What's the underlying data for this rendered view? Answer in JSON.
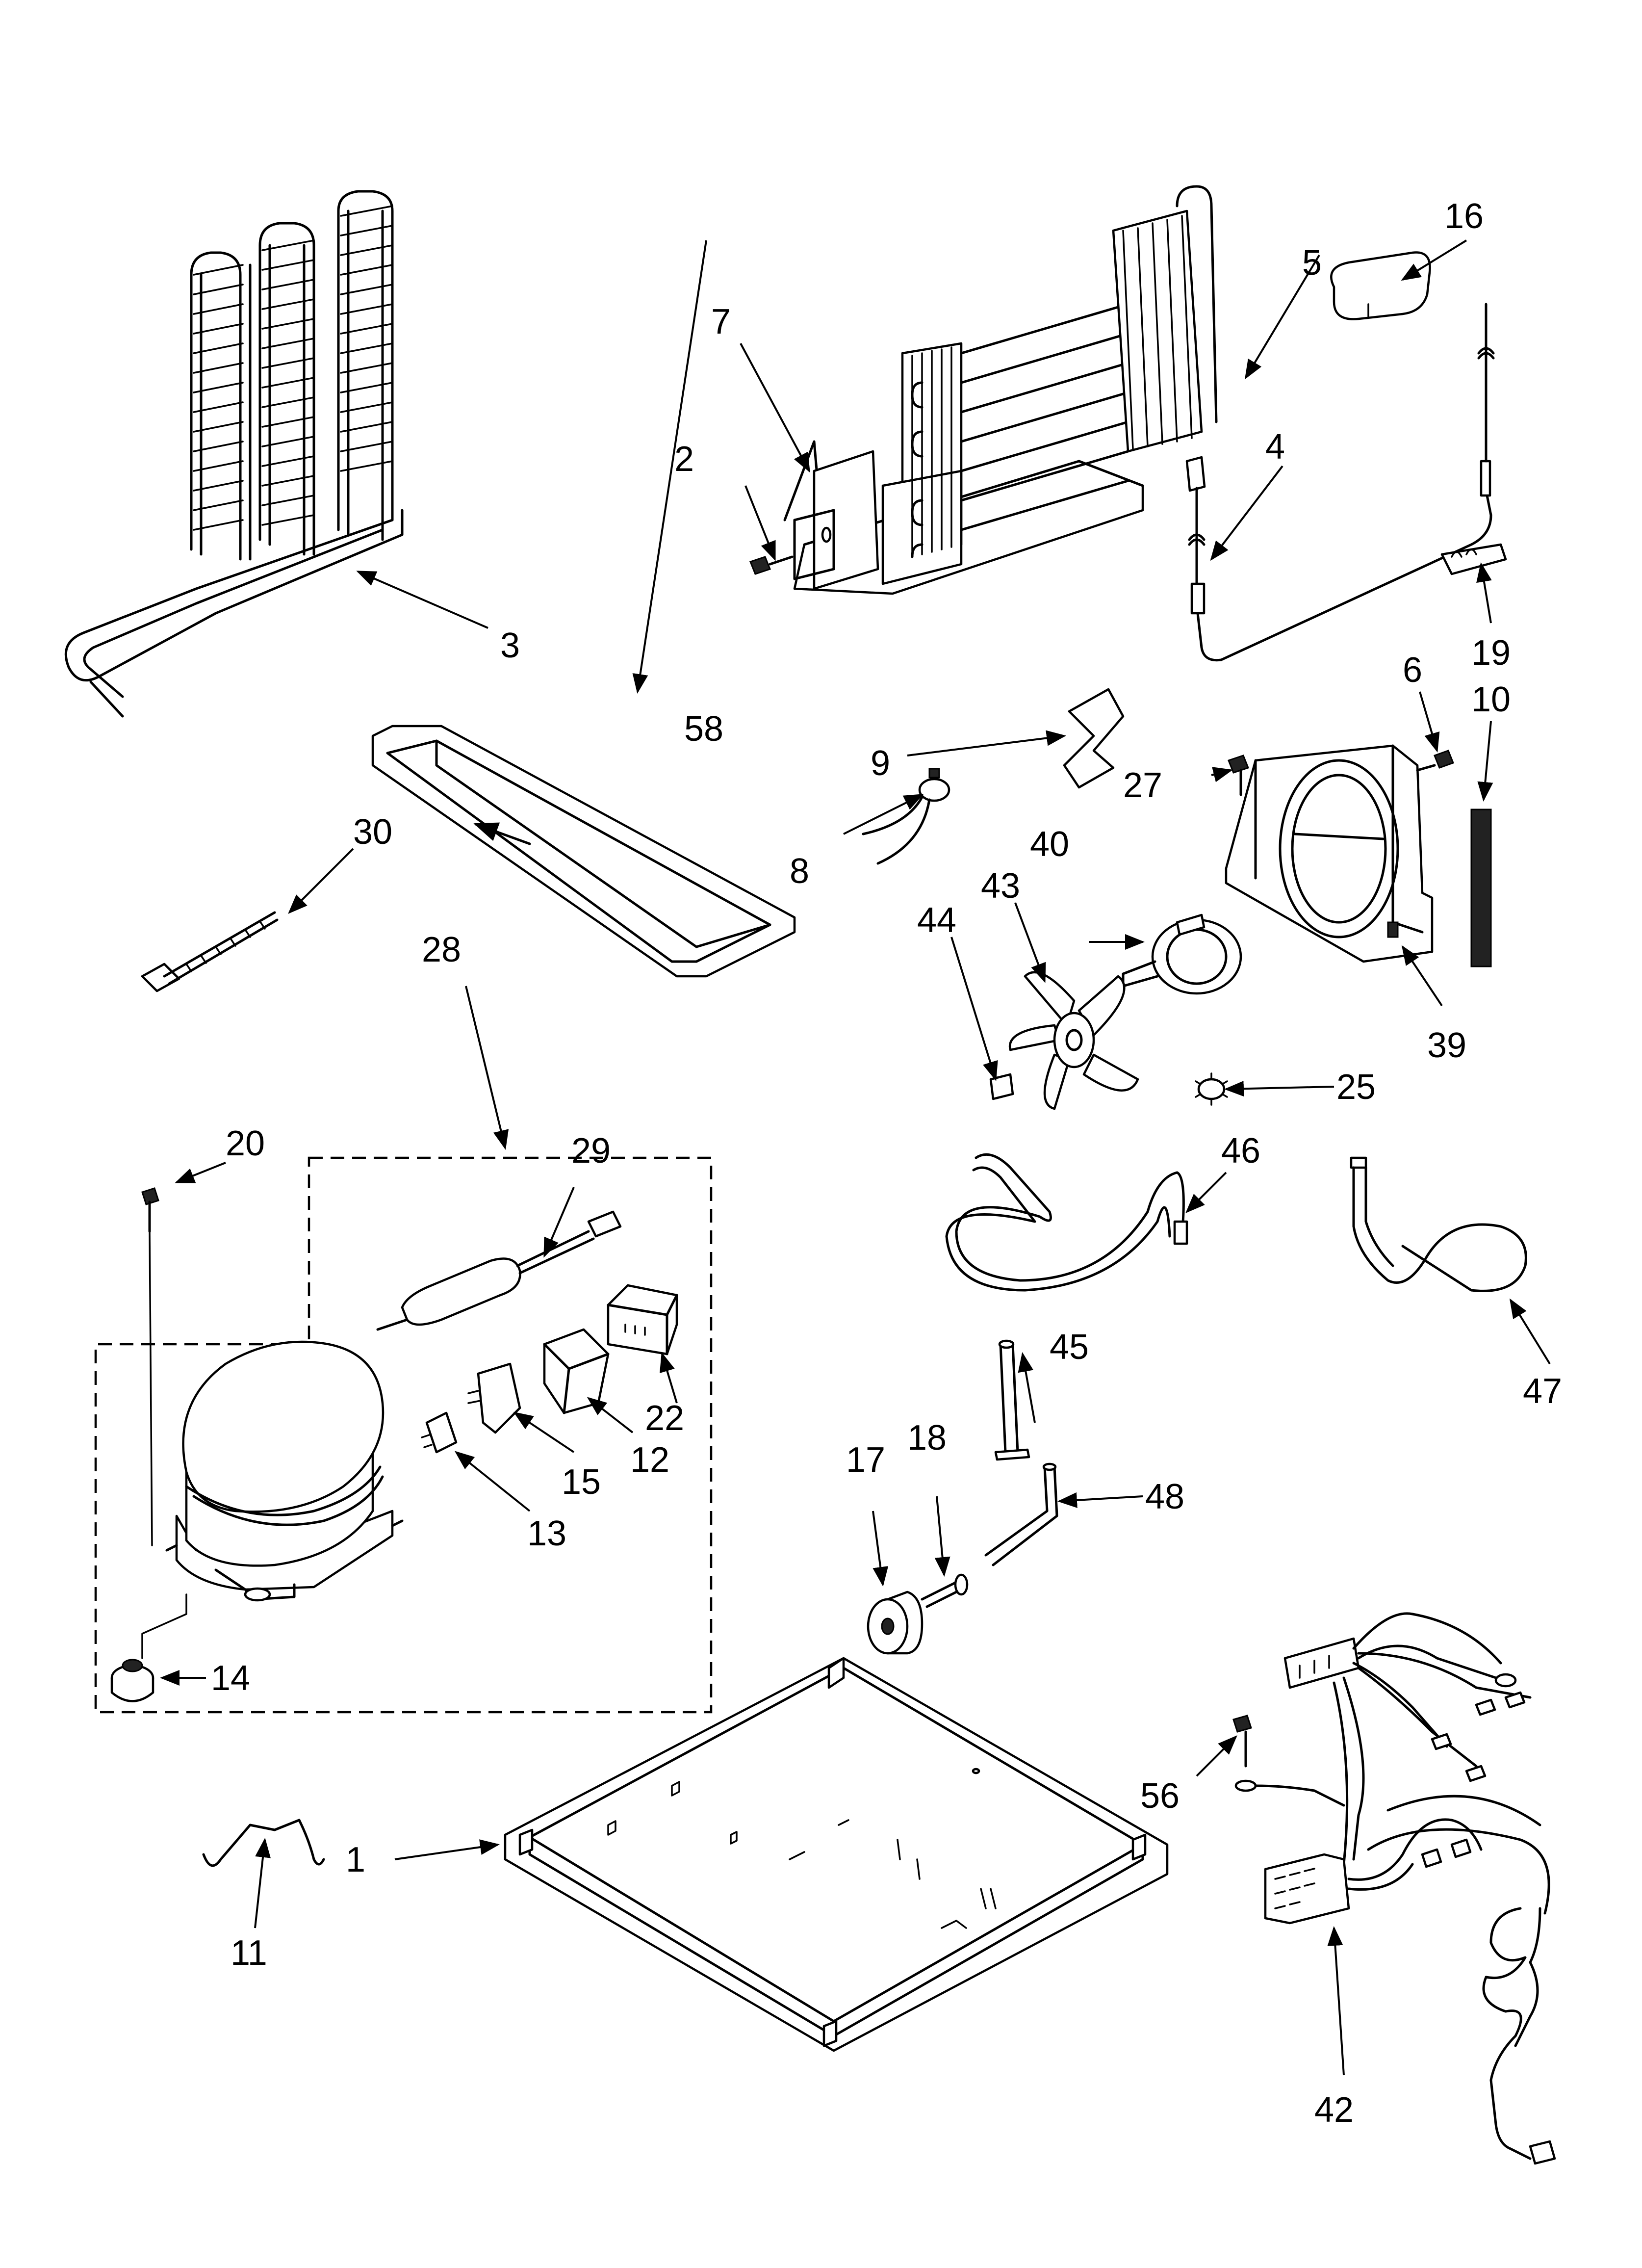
{
  "diagram": {
    "labels": {
      "p1": "1",
      "p2": "2",
      "p3": "3",
      "p4": "4",
      "p5": "5",
      "p6": "6",
      "p7": "7",
      "p8": "8",
      "p9": "9",
      "p10": "10",
      "p11": "11",
      "p12": "12",
      "p13": "13",
      "p14": "14",
      "p15": "15",
      "p16": "16",
      "p17": "17",
      "p18": "18",
      "p19": "19",
      "p20": "20",
      "p22": "22",
      "p25": "25",
      "p27": "27",
      "p28": "28",
      "p29": "29",
      "p30": "30",
      "p39": "39",
      "p40": "40",
      "p42": "42",
      "p43": "43",
      "p44": "44",
      "p45": "45",
      "p46": "46",
      "p47": "47",
      "p48": "48",
      "p56": "56",
      "p58": "58"
    }
  }
}
